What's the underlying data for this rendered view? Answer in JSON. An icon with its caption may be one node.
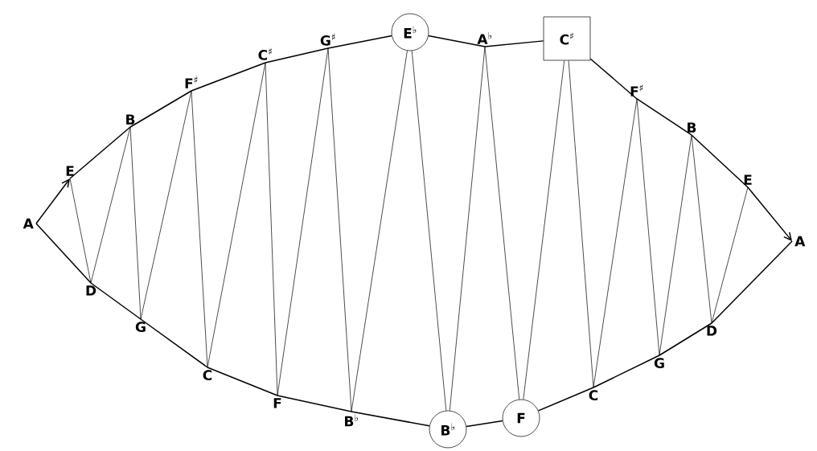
{
  "diagram": {
    "nodes": [
      {
        "text": [
          "A"
        ]
      },
      {
        "text": [
          "E"
        ]
      },
      {
        "text": [
          "B"
        ]
      },
      {
        "text": [
          "F$^{♯}$"
        ]
      },
      {
        "text": [
          "C$^{♯}$"
        ]
      },
      {
        "text": [
          "G$^{♯}$"
        ]
      },
      {
        "text": [
          "E$^{♭}$"
        ]
      },
      {
        "text": [
          "A$^{♭}$"
        ]
      },
      {
        "text": [
          "C$^{♯}$"
        ]
      },
      {
        "text": [
          "F$^{♯}$"
        ]
      },
      {
        "text": [
          "B"
        ]
      },
      {
        "text": [
          "E"
        ]
      },
      {
        "text": [
          "A"
        ]
      },
      {
        "text": [
          "D"
        ]
      },
      {
        "text": [
          "G"
        ]
      },
      {
        "text": [
          "C"
        ]
      },
      {
        "text": [
          "F"
        ]
      },
      {
        "text": [
          "B$^{♭}$"
        ]
      },
      {
        "text": [
          "B$^{♭}$"
        ]
      },
      {
        "text": [
          "F"
        ]
      },
      {
        "text": [
          "C"
        ]
      },
      {
        "text": [
          "G"
        ]
      },
      {
        "text": [
          "D"
        ]
      }
    ],
    "edges": [
      {
        "from": 0,
        "to": 1,
        "arrow": "to"
      },
      {
        "from": 1,
        "to": 2,
        "arrow": "none"
      },
      {
        "from": 2,
        "to": 3,
        "arrow": "none"
      },
      {
        "from": 3,
        "to": 4,
        "arrow": "none"
      },
      {
        "from": 4,
        "to": 5,
        "arrow": "none"
      },
      {
        "from": 5,
        "to": 6,
        "arrow": "none"
      },
      {
        "from": 6,
        "to": 7,
        "arrow": "none"
      },
      {
        "from": 7,
        "to": 8,
        "arrow": "none"
      },
      {
        "from": 8,
        "to": 9,
        "arrow": "none"
      },
      {
        "from": 9,
        "to": 10,
        "arrow": "none"
      },
      {
        "from": 10,
        "to": 11,
        "arrow": "none"
      },
      {
        "from": 11,
        "to": 12,
        "arrow": "to"
      },
      {
        "from": 0,
        "to": 13,
        "arrow": "none"
      },
      {
        "from": 13,
        "to": 14,
        "arrow": "none"
      },
      {
        "from": 14,
        "to": 15,
        "arrow": "none"
      },
      {
        "from": 15,
        "to": 16,
        "arrow": "none"
      },
      {
        "from": 16,
        "to": 17,
        "arrow": "none"
      },
      {
        "from": 17,
        "to": 18,
        "arrow": "none"
      },
      {
        "from": 18,
        "to": 19,
        "arrow": "none"
      },
      {
        "from": 19,
        "to": 20,
        "arrow": "none"
      },
      {
        "from": 20,
        "to": 21,
        "arrow": "none"
      },
      {
        "from": 21,
        "to": 22,
        "arrow": "none"
      },
      {
        "from": 22,
        "to": 12,
        "arrow": "none"
      },
      {
        "from": 1,
        "to": 13,
        "arrow": "none"
      },
      {
        "from": 13,
        "to": 2,
        "arrow": "none"
      },
      {
        "from": 2,
        "to": 14,
        "arrow": "none"
      },
      {
        "from": 14,
        "to": 3,
        "arrow": "none"
      },
      {
        "from": 3,
        "to": 15,
        "arrow": "none"
      },
      {
        "from": 15,
        "to": 4,
        "arrow": "none"
      },
      {
        "from": 4,
        "to": 16,
        "arrow": "none"
      },
      {
        "from": 16,
        "to": 5,
        "arrow": "none"
      },
      {
        "from": 5,
        "to": 17,
        "arrow": "none"
      },
      {
        "from": 17,
        "to": 6,
        "arrow": "none"
      },
      {
        "from": 6,
        "to": 18,
        "arrow": "none"
      },
      {
        "from": 18,
        "to": 7,
        "arrow": "none"
      },
      {
        "from": 7,
        "to": 19,
        "arrow": "none"
      },
      {
        "from": 19,
        "to": 8,
        "arrow": "none"
      },
      {
        "from": 8,
        "to": 20,
        "arrow": "none"
      },
      {
        "from": 20,
        "to": 9,
        "arrow": "none"
      },
      {
        "from": 9,
        "to": 21,
        "arrow": "none"
      },
      {
        "from": 21,
        "to": 10,
        "arrow": "none"
      },
      {
        "from": 10,
        "to": 22,
        "arrow": "none"
      },
      {
        "from": 22,
        "to": 11,
        "arrow": "none"
      }
    ]
  }
}
